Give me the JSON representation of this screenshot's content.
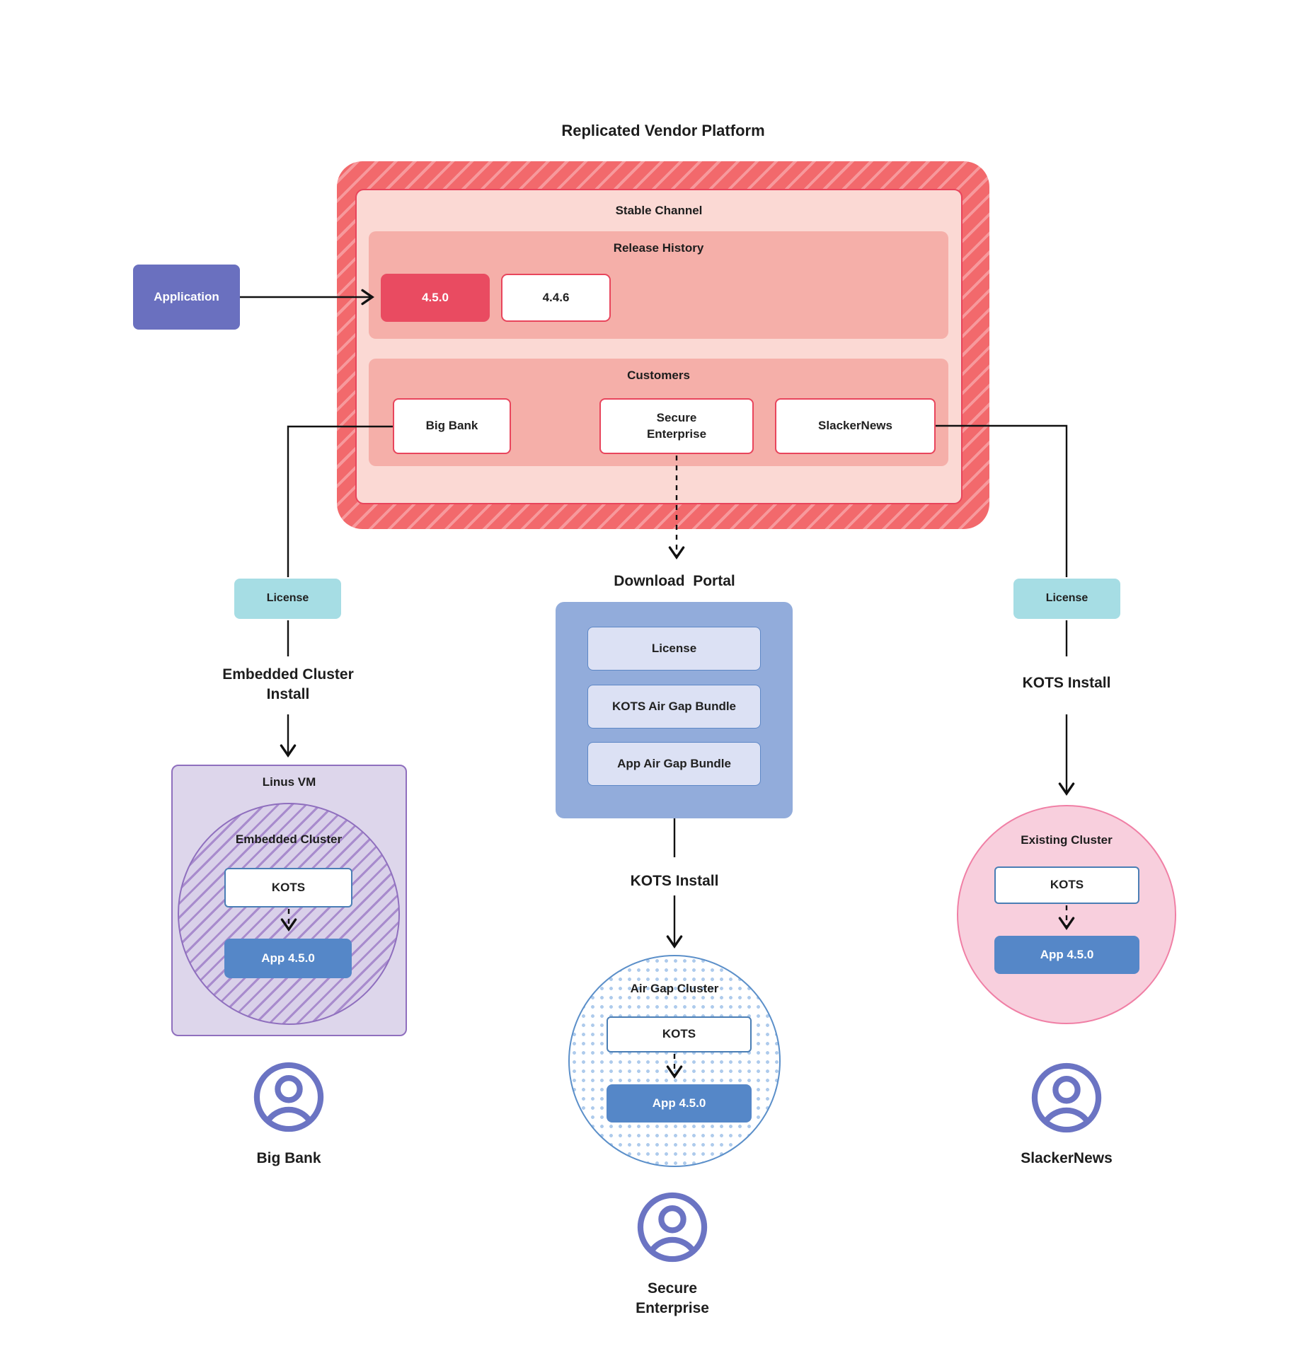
{
  "title": "Replicated Vendor Platform",
  "platform": {
    "stable_channel_label": "Stable Channel",
    "release_history_label": "Release History",
    "releases": [
      {
        "version": "4.5.0",
        "state": "current"
      },
      {
        "version": "4.4.6",
        "state": "previous"
      }
    ],
    "customers_label": "Customers",
    "customers": [
      {
        "name": "Big Bank"
      },
      {
        "name": "Secure Enterprise"
      },
      {
        "name": "SlackerNews"
      }
    ]
  },
  "application_label": "Application",
  "left": {
    "license_label": "License",
    "install_label": "Embedded Cluster Install",
    "vm_label": "Linus VM",
    "cluster_label": "Embedded Cluster",
    "kots_label": "KOTS",
    "app_label": "App 4.5.0",
    "user_label": "Big Bank"
  },
  "middle": {
    "portal_title": "Download  Portal",
    "portal_items": [
      {
        "label": "License"
      },
      {
        "label": "KOTS Air Gap Bundle"
      },
      {
        "label": "App Air Gap Bundle"
      }
    ],
    "install_label": "KOTS Install",
    "cluster_label": "Air Gap Cluster",
    "kots_label": "KOTS",
    "app_label": "App 4.5.0",
    "user_label": "Secure Enterprise"
  },
  "right": {
    "license_label": "License",
    "install_label": "KOTS Install",
    "cluster_label": "Existing Cluster",
    "kots_label": "KOTS",
    "app_label": "App 4.5.0",
    "user_label": "SlackerNews"
  },
  "colors": {
    "stripe_red_base": "#f2696c",
    "stripe_red_light": "#f7999c",
    "red_border": "#e8455c",
    "stable_channel_bg": "#fbd9d4",
    "pink_band_bg": "#f5afa9",
    "release_current_bg": "#e94b61",
    "application_purple": "#6a70bf",
    "license_teal": "#a6dde4",
    "portal_blue": "#92acdb",
    "portal_item_bg": "#dce1f4",
    "portal_item_border": "#5d87c6",
    "app_blue": "#5587c8",
    "kots_border_blue": "#4a7eb5",
    "vm_lavender_bg": "#ddd6eb",
    "purple_border": "#8f6fbe",
    "hatch_purple": "#a88bcd",
    "existing_cluster_bg": "#f8cfdd",
    "existing_cluster_border": "#f07fa5",
    "airgap_dot_blue": "#aecbec",
    "user_icon_purple": "#6b74c3",
    "connector_black": "#111111"
  }
}
